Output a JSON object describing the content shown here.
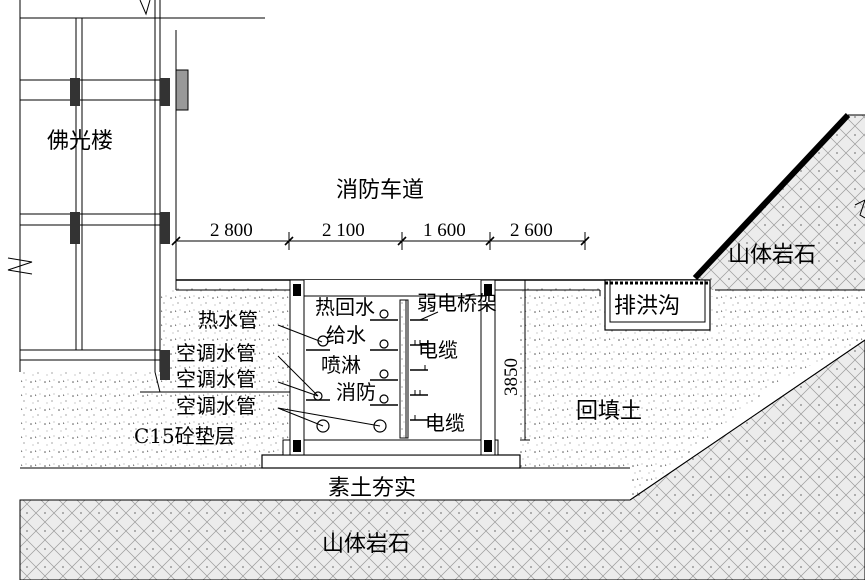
{
  "labels": {
    "building": "佛光楼",
    "fire_lane": "消防车道",
    "rock_top_right": "山体岩石",
    "drainage": "排洪沟",
    "backfill": "回填土",
    "compacted_soil": "素土夯实",
    "rock_bottom": "山体岩石",
    "hot_water_pipe": "热水管",
    "ac_pipe_1": "空调水管",
    "ac_pipe_2": "空调水管",
    "ac_pipe_3": "空调水管",
    "c15_cushion": "C15砼垫层",
    "hot_return_water": "热回水",
    "water_supply": "给水",
    "sprinkler": "喷淋",
    "fire_protection": "消防",
    "weak_current_tray": "弱电桥架",
    "cable_1": "电缆",
    "cable_2": "电缆"
  },
  "dimensions": {
    "d1": "2 800",
    "d2": "2 100",
    "d3": "1 600",
    "d4": "2 600",
    "height": "3850"
  }
}
